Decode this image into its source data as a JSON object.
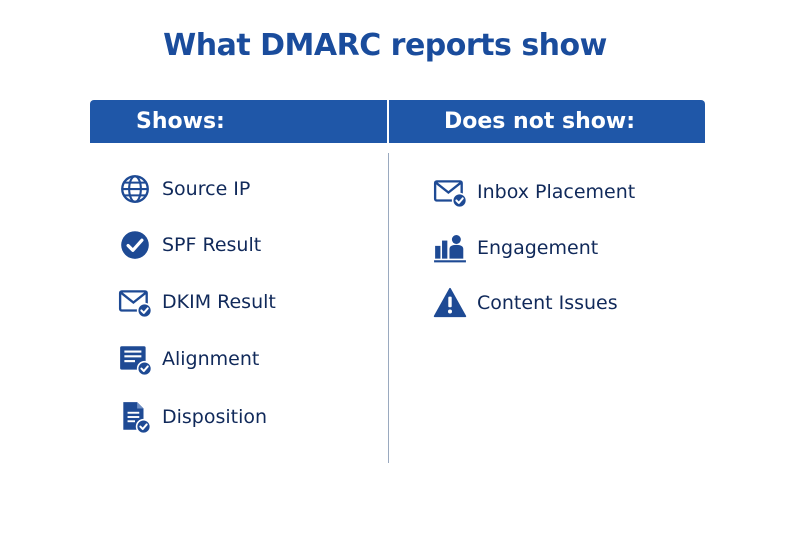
{
  "title": "What DMARC reports show",
  "colors": {
    "primary": "#1f57a8",
    "icon": "#1e4a94",
    "text": "#10295a"
  },
  "shows": {
    "header": "Shows:",
    "items": [
      {
        "label": "Source IP",
        "icon": "globe-icon"
      },
      {
        "label": "SPF Result",
        "icon": "check-circle-icon"
      },
      {
        "label": "DKIM Result",
        "icon": "envelope-check-icon"
      },
      {
        "label": "Alignment",
        "icon": "document-lines-check-icon"
      },
      {
        "label": "Disposition",
        "icon": "document-check-icon"
      }
    ]
  },
  "does_not_show": {
    "header": "Does not show:",
    "items": [
      {
        "label": "Inbox Placement",
        "icon": "envelope-check-icon"
      },
      {
        "label": "Engagement",
        "icon": "bar-chart-person-icon"
      },
      {
        "label": "Content Issues",
        "icon": "warning-triangle-icon"
      }
    ]
  }
}
